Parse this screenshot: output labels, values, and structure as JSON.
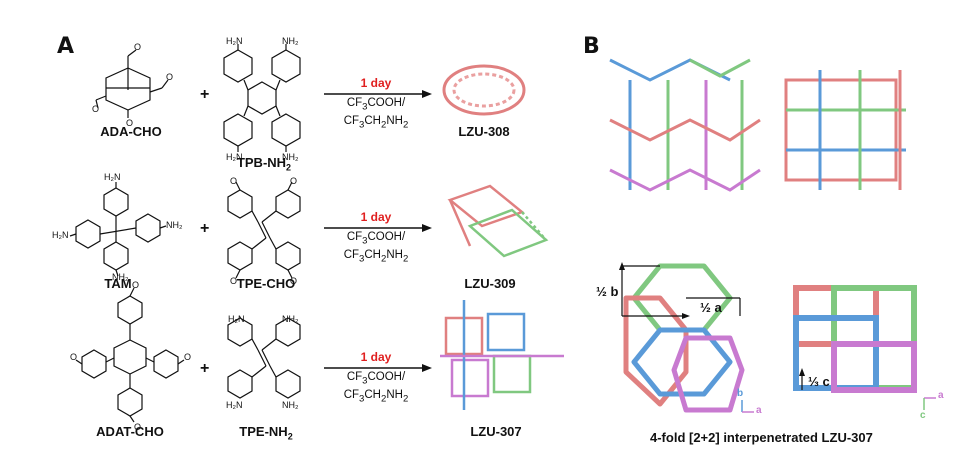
{
  "panels": {
    "a": "A",
    "b": "B"
  },
  "reactions": [
    {
      "reactant1": "ADA-CHO",
      "reactant2": "TPB-NH",
      "reactant2_sub": "2",
      "time": "1 day",
      "reagent1": "CF",
      "reagent1_sub": "3",
      "reagent1_tail": "COOH/",
      "reagent2": "CF",
      "reagent2_sub1": "3",
      "reagent2_mid": "CH",
      "reagent2_sub2": "2",
      "reagent2_mid2": "NH",
      "reagent2_sub3": "2",
      "product": "LZU-308"
    },
    {
      "reactant1": "TAM",
      "reactant2": "TPE-CHO",
      "time": "1 day",
      "reagent1": "CF",
      "reagent1_sub": "3",
      "reagent1_tail": "COOH/",
      "reagent2": "CF",
      "reagent2_sub1": "3",
      "reagent2_mid": "CH",
      "reagent2_sub2": "2",
      "reagent2_mid2": "NH",
      "reagent2_sub3": "2",
      "product": "LZU-309"
    },
    {
      "reactant1": "ADAT-CHO",
      "reactant2": "TPE-NH",
      "reactant2_sub": "2",
      "time": "1 day",
      "reagent1": "CF",
      "reagent1_sub": "3",
      "reagent1_tail": "COOH/",
      "reagent2": "CF",
      "reagent2_sub1": "3",
      "reagent2_mid": "CH",
      "reagent2_sub2": "2",
      "reagent2_mid2": "NH",
      "reagent2_sub3": "2",
      "product": "LZU-307"
    }
  ],
  "atoms": {
    "nh2": "H₂N",
    "nh2r": "NH₂",
    "o": "O"
  },
  "lattice": {
    "half_b": "½ b",
    "half_a": "½ a",
    "third_c": "⅓ c",
    "axis_b": "b",
    "axis_a": "a",
    "axis_c": "c",
    "caption": "4-fold [2+2] interpenetrated LZU-307"
  },
  "colors": {
    "red": "#e08080",
    "green": "#80c880",
    "blue": "#5a9ad8",
    "pink": "#c87ad0",
    "arrow_time": "#e02020"
  }
}
